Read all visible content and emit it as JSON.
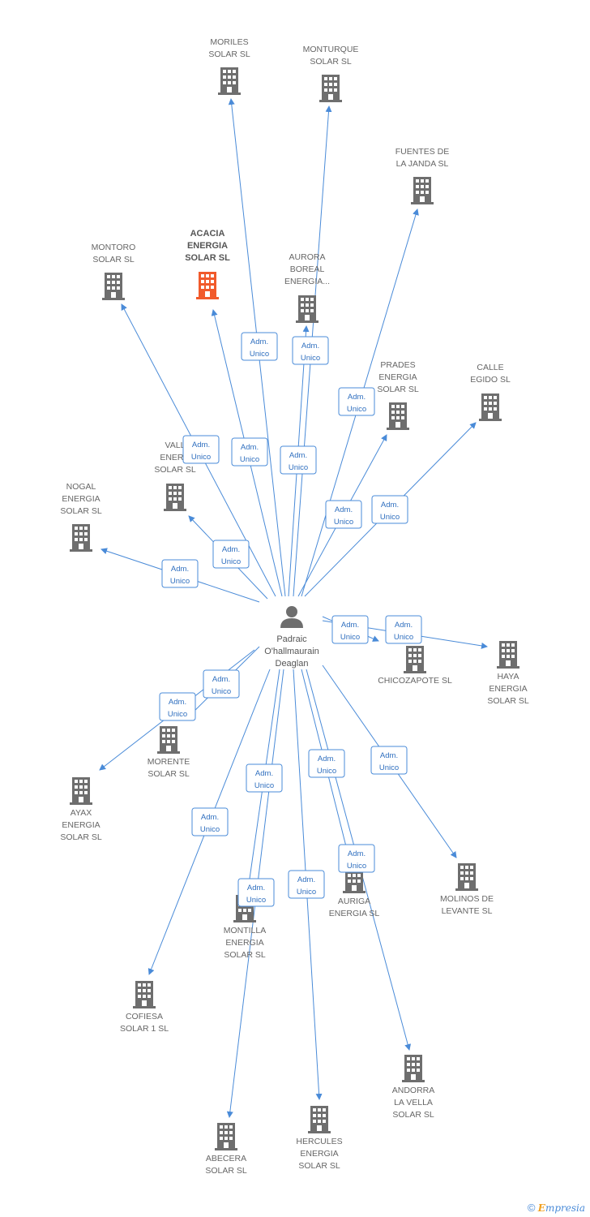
{
  "colors": {
    "edge": "#4a8bd8",
    "building": "#6e6e6e",
    "main_building": "#f15a2b",
    "person": "#6e6e6e"
  },
  "person": {
    "lines": [
      "Padraic",
      "O'hallmaurain",
      "Deaglan"
    ]
  },
  "edge_label": [
    "Adm.",
    "Unico"
  ],
  "companies": [
    {
      "id": "moriles",
      "lines": [
        "MORILES",
        "SOLAR SL"
      ],
      "main": false
    },
    {
      "id": "monturque",
      "lines": [
        "MONTURQUE",
        "SOLAR SL"
      ],
      "main": false
    },
    {
      "id": "fuentes-de-la-janda",
      "lines": [
        "FUENTES DE",
        "LA JANDA SL"
      ],
      "main": false
    },
    {
      "id": "montoro",
      "lines": [
        "MONTORO",
        "SOLAR SL"
      ],
      "main": false
    },
    {
      "id": "acacia",
      "lines": [
        "ACACIA",
        "ENERGIA",
        "SOLAR SL"
      ],
      "main": true
    },
    {
      "id": "aurora-boreal",
      "lines": [
        "AURORA",
        "BOREAL",
        "ENERGIA..."
      ],
      "main": false
    },
    {
      "id": "prades",
      "lines": [
        "PRADES",
        "ENERGIA",
        "SOLAR SL"
      ],
      "main": false
    },
    {
      "id": "calle-egido",
      "lines": [
        "CALLE",
        "EGIDO SL"
      ],
      "main": false
    },
    {
      "id": "valle",
      "lines": [
        "VALL",
        "ENERG",
        "SOLAR SL"
      ],
      "main": false
    },
    {
      "id": "nogal",
      "lines": [
        "NOGAL",
        "ENERGIA",
        "SOLAR SL"
      ],
      "main": false
    },
    {
      "id": "chicozapote",
      "lines": [
        "CHICOZAPOTE SL"
      ],
      "main": false
    },
    {
      "id": "haya",
      "lines": [
        "HAYA",
        "ENERGIA",
        "SOLAR SL"
      ],
      "main": false
    },
    {
      "id": "morente",
      "lines": [
        "MORENTE",
        "SOLAR SL"
      ],
      "main": false
    },
    {
      "id": "ayax",
      "lines": [
        "AYAX",
        "ENERGIA",
        "SOLAR SL"
      ],
      "main": false
    },
    {
      "id": "molinos-de-levante",
      "lines": [
        "MOLINOS DE",
        "LEVANTE SL"
      ],
      "main": false
    },
    {
      "id": "auriga",
      "lines": [
        "AURIGA",
        "ENERGIA SL"
      ],
      "main": false
    },
    {
      "id": "montilla",
      "lines": [
        "MONTILLA",
        "ENERGIA",
        "SOLAR SL"
      ],
      "main": false
    },
    {
      "id": "cofiesa",
      "lines": [
        "COFIESA",
        "SOLAR 1 SL"
      ],
      "main": false
    },
    {
      "id": "andorra-la-vella",
      "lines": [
        "ANDORRA",
        "LA VELLA",
        "SOLAR SL"
      ],
      "main": false
    },
    {
      "id": "hercules",
      "lines": [
        "HERCULES",
        "ENERGIA",
        "SOLAR SL"
      ],
      "main": false
    },
    {
      "id": "abecera",
      "lines": [
        "ABECERA",
        "SOLAR SL"
      ],
      "main": false
    }
  ],
  "footer": {
    "copyright": "©",
    "brand_initial": "E",
    "brand_rest": "mpresia"
  }
}
